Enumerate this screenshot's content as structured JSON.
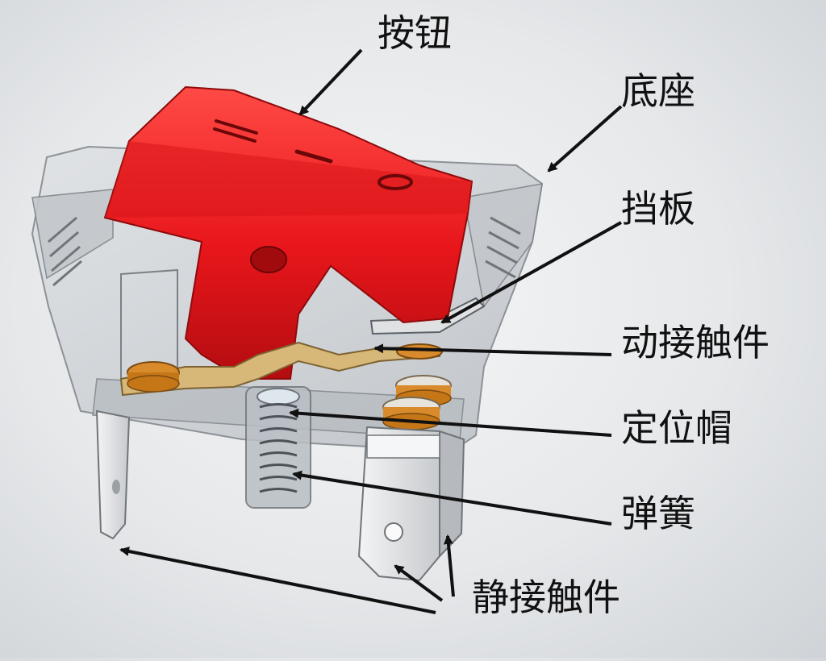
{
  "labels": {
    "button": "按钮",
    "base": "底座",
    "baffle": "挡板",
    "moving_contact": "动接触件",
    "positioning_cap": "定位帽",
    "spring": "弹簧",
    "static_contact": "静接触件"
  },
  "colors": {
    "rocker": "#e8161b",
    "housing": "#c9cdd1",
    "contact_brass": "#d8b878",
    "rivet": "#d98a2a",
    "terminal": "#e4e6e8",
    "arrow": "#111111"
  }
}
